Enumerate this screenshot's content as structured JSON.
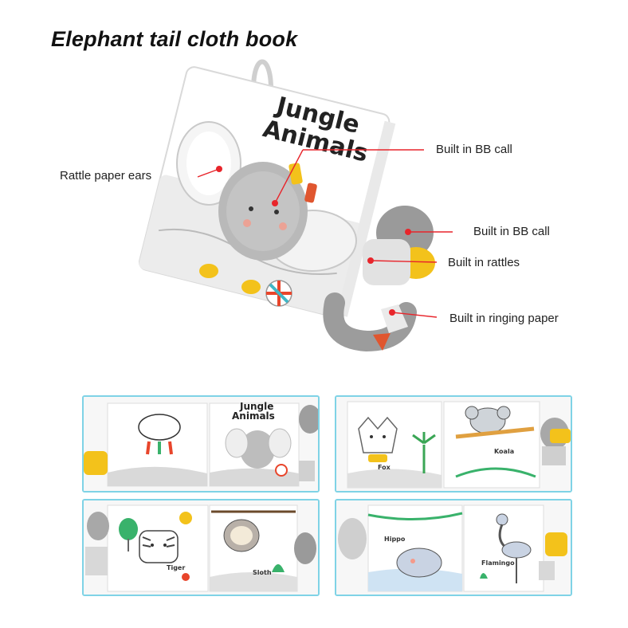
{
  "header": {
    "title": "Elephant tail cloth book"
  },
  "hero": {
    "book_title_line1": "Jungle",
    "book_title_line2": "Animals",
    "callouts": {
      "ears": "Rattle paper ears",
      "bb_call_1": "Built in BB call",
      "bb_call_2": "Built in BB call",
      "rattles": "Built in rattles",
      "ringing": "Built in ringing paper"
    },
    "accent_color": "#e8252b"
  },
  "panels": [
    {
      "title_line1": "Jungle",
      "title_line2": "Animals",
      "labels": []
    },
    {
      "labels": [
        "Fox",
        "Koala"
      ]
    },
    {
      "labels": [
        "Tiger",
        "Sloth"
      ]
    },
    {
      "labels": [
        "Hippo",
        "Flamingo"
      ]
    }
  ],
  "colors": {
    "panel_border": "#7fd3e6",
    "callout_dot": "#e8252b"
  }
}
